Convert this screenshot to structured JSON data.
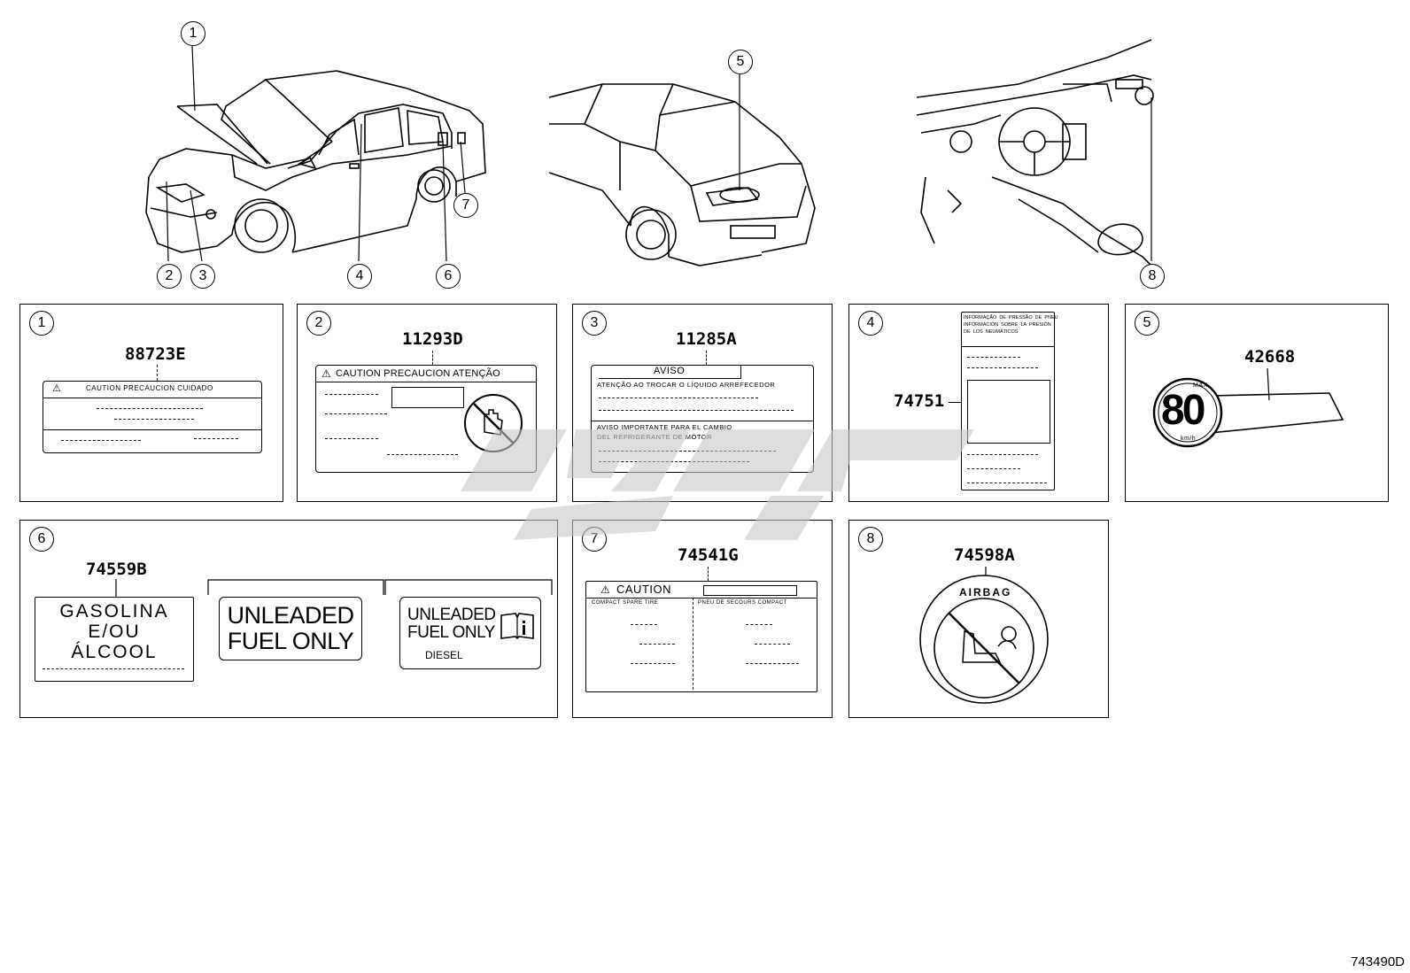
{
  "callouts": [
    "1",
    "2",
    "3",
    "4",
    "5",
    "6",
    "7",
    "8"
  ],
  "panels": [
    {
      "num": "1",
      "part": "88723E",
      "text": "CAUTION  PRECAUCION  CUIDADO"
    },
    {
      "num": "2",
      "part": "11293D",
      "text": "CAUTION   PRECAUCION   ATENÇÃO"
    },
    {
      "num": "3",
      "part": "11285A",
      "header": "AVISO",
      "line1": "ATENÇÃO  AO  TROCAR  O  LÍQUIDO  ARREFECEDOR",
      "line2": "AVISO  IMPORTANTE  PARA  EL  CAMBIO",
      "line3": "DEL  REFRIGERANTE  DE  MOTOR"
    },
    {
      "num": "4",
      "part": "74751",
      "header": "INFORMAÇÃO  DE  PRESSÃO  DE  PNEU\nINFORMACIÓN  SOBRE  LA  PRESIÓN\nDE  LOS  NEUMÁTICOS"
    },
    {
      "num": "5",
      "part": "42668",
      "speed": "80",
      "max": "MAX",
      "unit": "km/h"
    },
    {
      "num": "6",
      "part": "74559B",
      "label1": "GASOLINA\nE/OU\nÁLCOOL",
      "label2": "UNLEADED\nFUEL ONLY",
      "label3": "UNLEADED\nFUEL ONLY",
      "label3b": "DIESEL"
    },
    {
      "num": "7",
      "part": "74541G",
      "header": "CAUTION",
      "col1": "COMPACT SPARE TIRE",
      "col2": "PNEU DE SECOURS COMPACT"
    },
    {
      "num": "8",
      "part": "74598A",
      "text": "AIRBAG"
    }
  ],
  "drawing_code": "743490D"
}
